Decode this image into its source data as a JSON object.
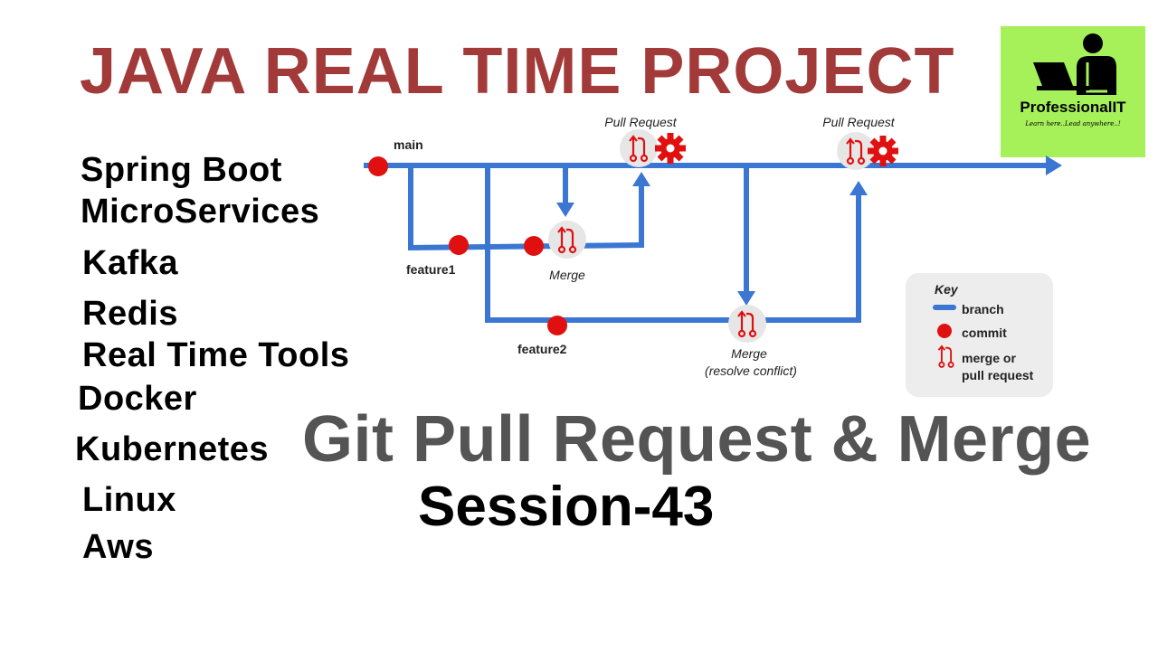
{
  "headline": {
    "text": "JAVA REAL TIME PROJECT",
    "color": "#a33a3a"
  },
  "topics": [
    "Spring Boot",
    "MicroServices",
    "Kafka",
    "Redis",
    "Real Time Tools",
    "Docker",
    "Kubernetes",
    "Linux",
    "Aws"
  ],
  "logo": {
    "name": "ProfessionalIT",
    "tagline": "Learn here..Lead anywhere..!",
    "background": "#a6f05a",
    "icon": "person-at-laptop-icon"
  },
  "diagram": {
    "colors": {
      "branch": "#3a76d2",
      "commit": "#e01010",
      "icon_bg": "#e6e6e6"
    },
    "branches": {
      "main": "main",
      "feature1": "feature1",
      "feature2": "feature2"
    },
    "pull_request_label": "Pull Request",
    "merge_label": "Merge",
    "merge_conflict_label": "Merge",
    "merge_conflict_sub": "(resolve conflict)",
    "key": {
      "title": "Key",
      "branch": "branch",
      "commit": "commit",
      "merge_line1": "merge or",
      "merge_line2": "pull request"
    }
  },
  "title": {
    "text": "Git Pull Request & Merge",
    "color": "#545454"
  },
  "session": "Session-43"
}
